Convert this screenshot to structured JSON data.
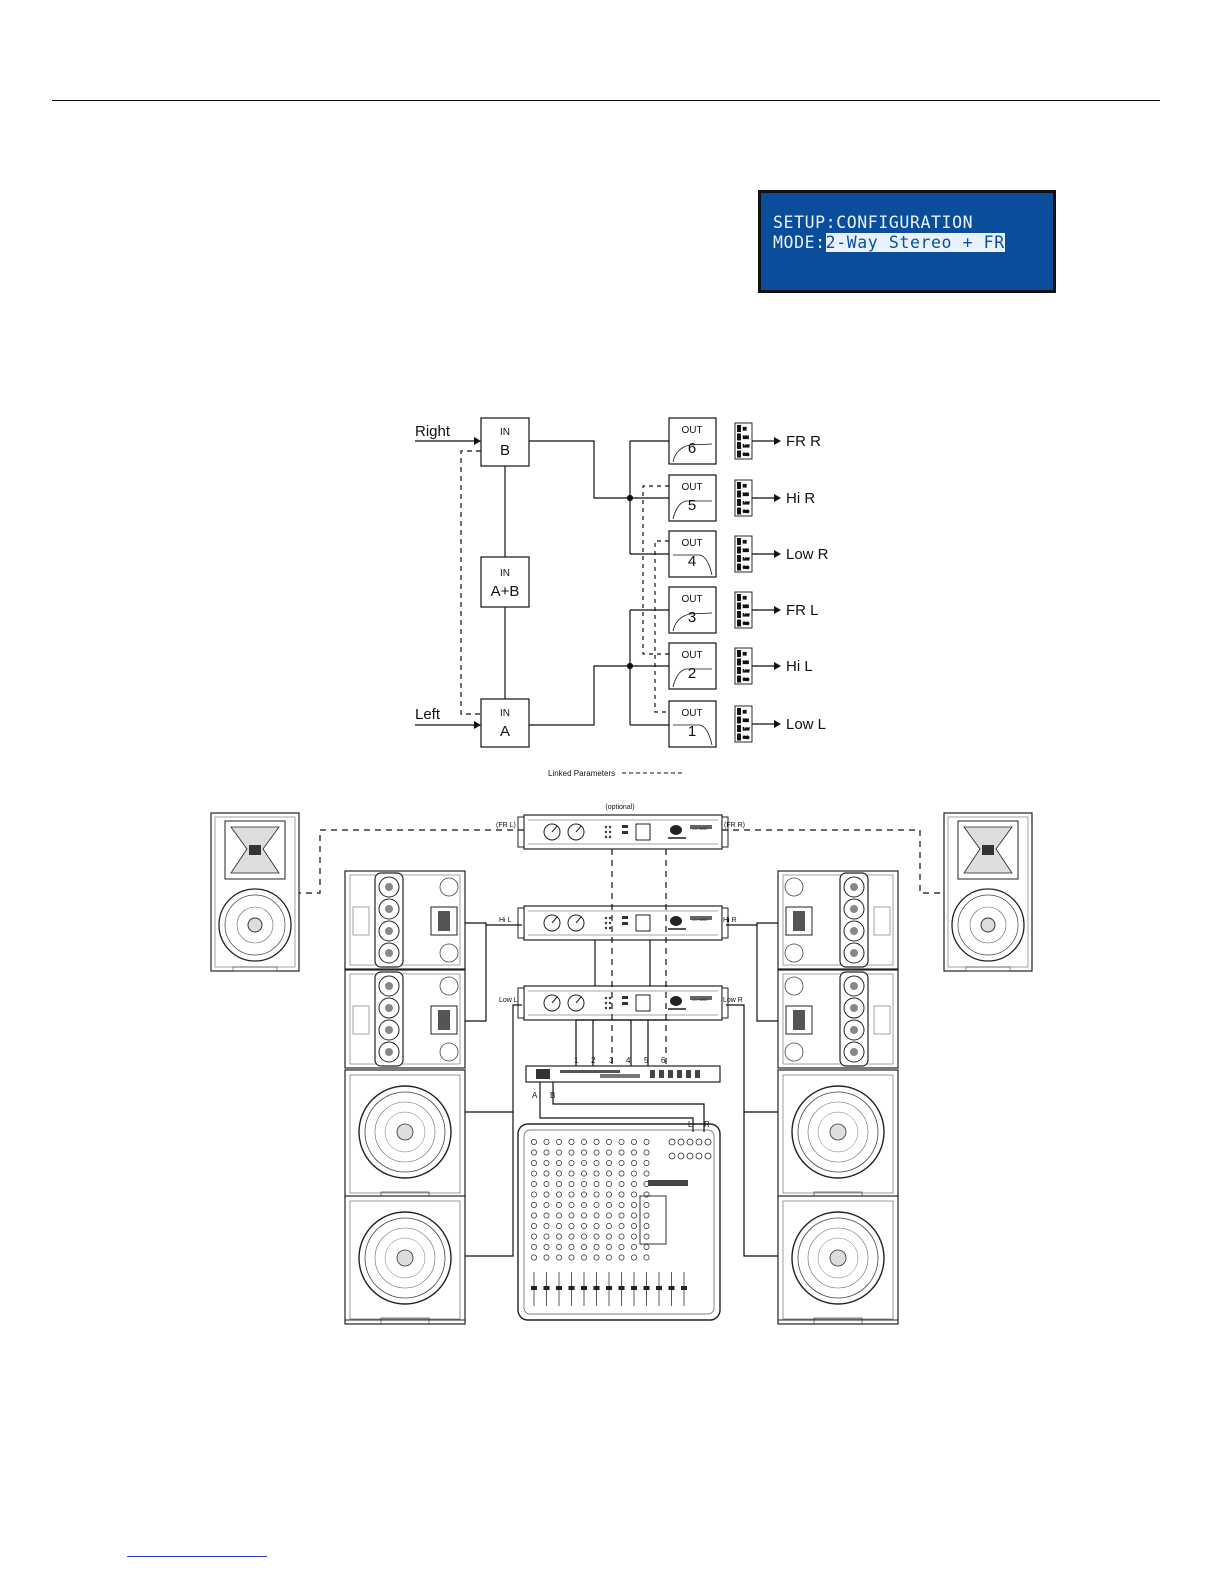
{
  "lcd": {
    "line1": "SETUP:CONFIGURATION",
    "line2_prefix": "MODE:",
    "line2_value": "2-Way Stereo + FR"
  },
  "block_diagram": {
    "inputs": [
      {
        "id": "right",
        "label": "Right",
        "box_top": "IN",
        "box_bottom": "B"
      },
      {
        "id": "sum",
        "label": "",
        "box_top": "IN",
        "box_bottom": "A+B"
      },
      {
        "id": "left",
        "label": "Left",
        "box_top": "IN",
        "box_bottom": "A"
      }
    ],
    "outputs": [
      {
        "num": "6",
        "top": "OUT",
        "dest": "FR R",
        "filter": "highpass-gentle"
      },
      {
        "num": "5",
        "top": "OUT",
        "dest": "Hi R",
        "filter": "highpass"
      },
      {
        "num": "4",
        "top": "OUT",
        "dest": "Low R",
        "filter": "lowpass"
      },
      {
        "num": "3",
        "top": "OUT",
        "dest": "FR L",
        "filter": "highpass-gentle"
      },
      {
        "num": "2",
        "top": "OUT",
        "dest": "Hi L",
        "filter": "highpass"
      },
      {
        "num": "1",
        "top": "OUT",
        "dest": "Low L",
        "filter": "lowpass"
      }
    ],
    "meter_labels": [
      "Hi",
      "Mid",
      "Low",
      "Sub"
    ],
    "legend": "Linked Parameters"
  },
  "system_diagram": {
    "optional_label": "(optional)",
    "amp_labels": {
      "fr_left": "(FR L)",
      "fr_right": "(FR R)",
      "hi_left": "Hi L",
      "hi_right": "Hi R",
      "low_left": "Low L",
      "low_right": "Low R"
    },
    "channel_numbers": [
      "1",
      "2",
      "3",
      "4",
      "5",
      "6"
    ],
    "input_labels": {
      "a": "A",
      "b": "B",
      "l": "L",
      "r": "R"
    },
    "amp_model": "LX 9000"
  },
  "colors": {
    "lcd_bg": "#0a4e9b",
    "lcd_text": "#e8f2ff",
    "ink": "#111111",
    "link": "#2a3fb8"
  }
}
